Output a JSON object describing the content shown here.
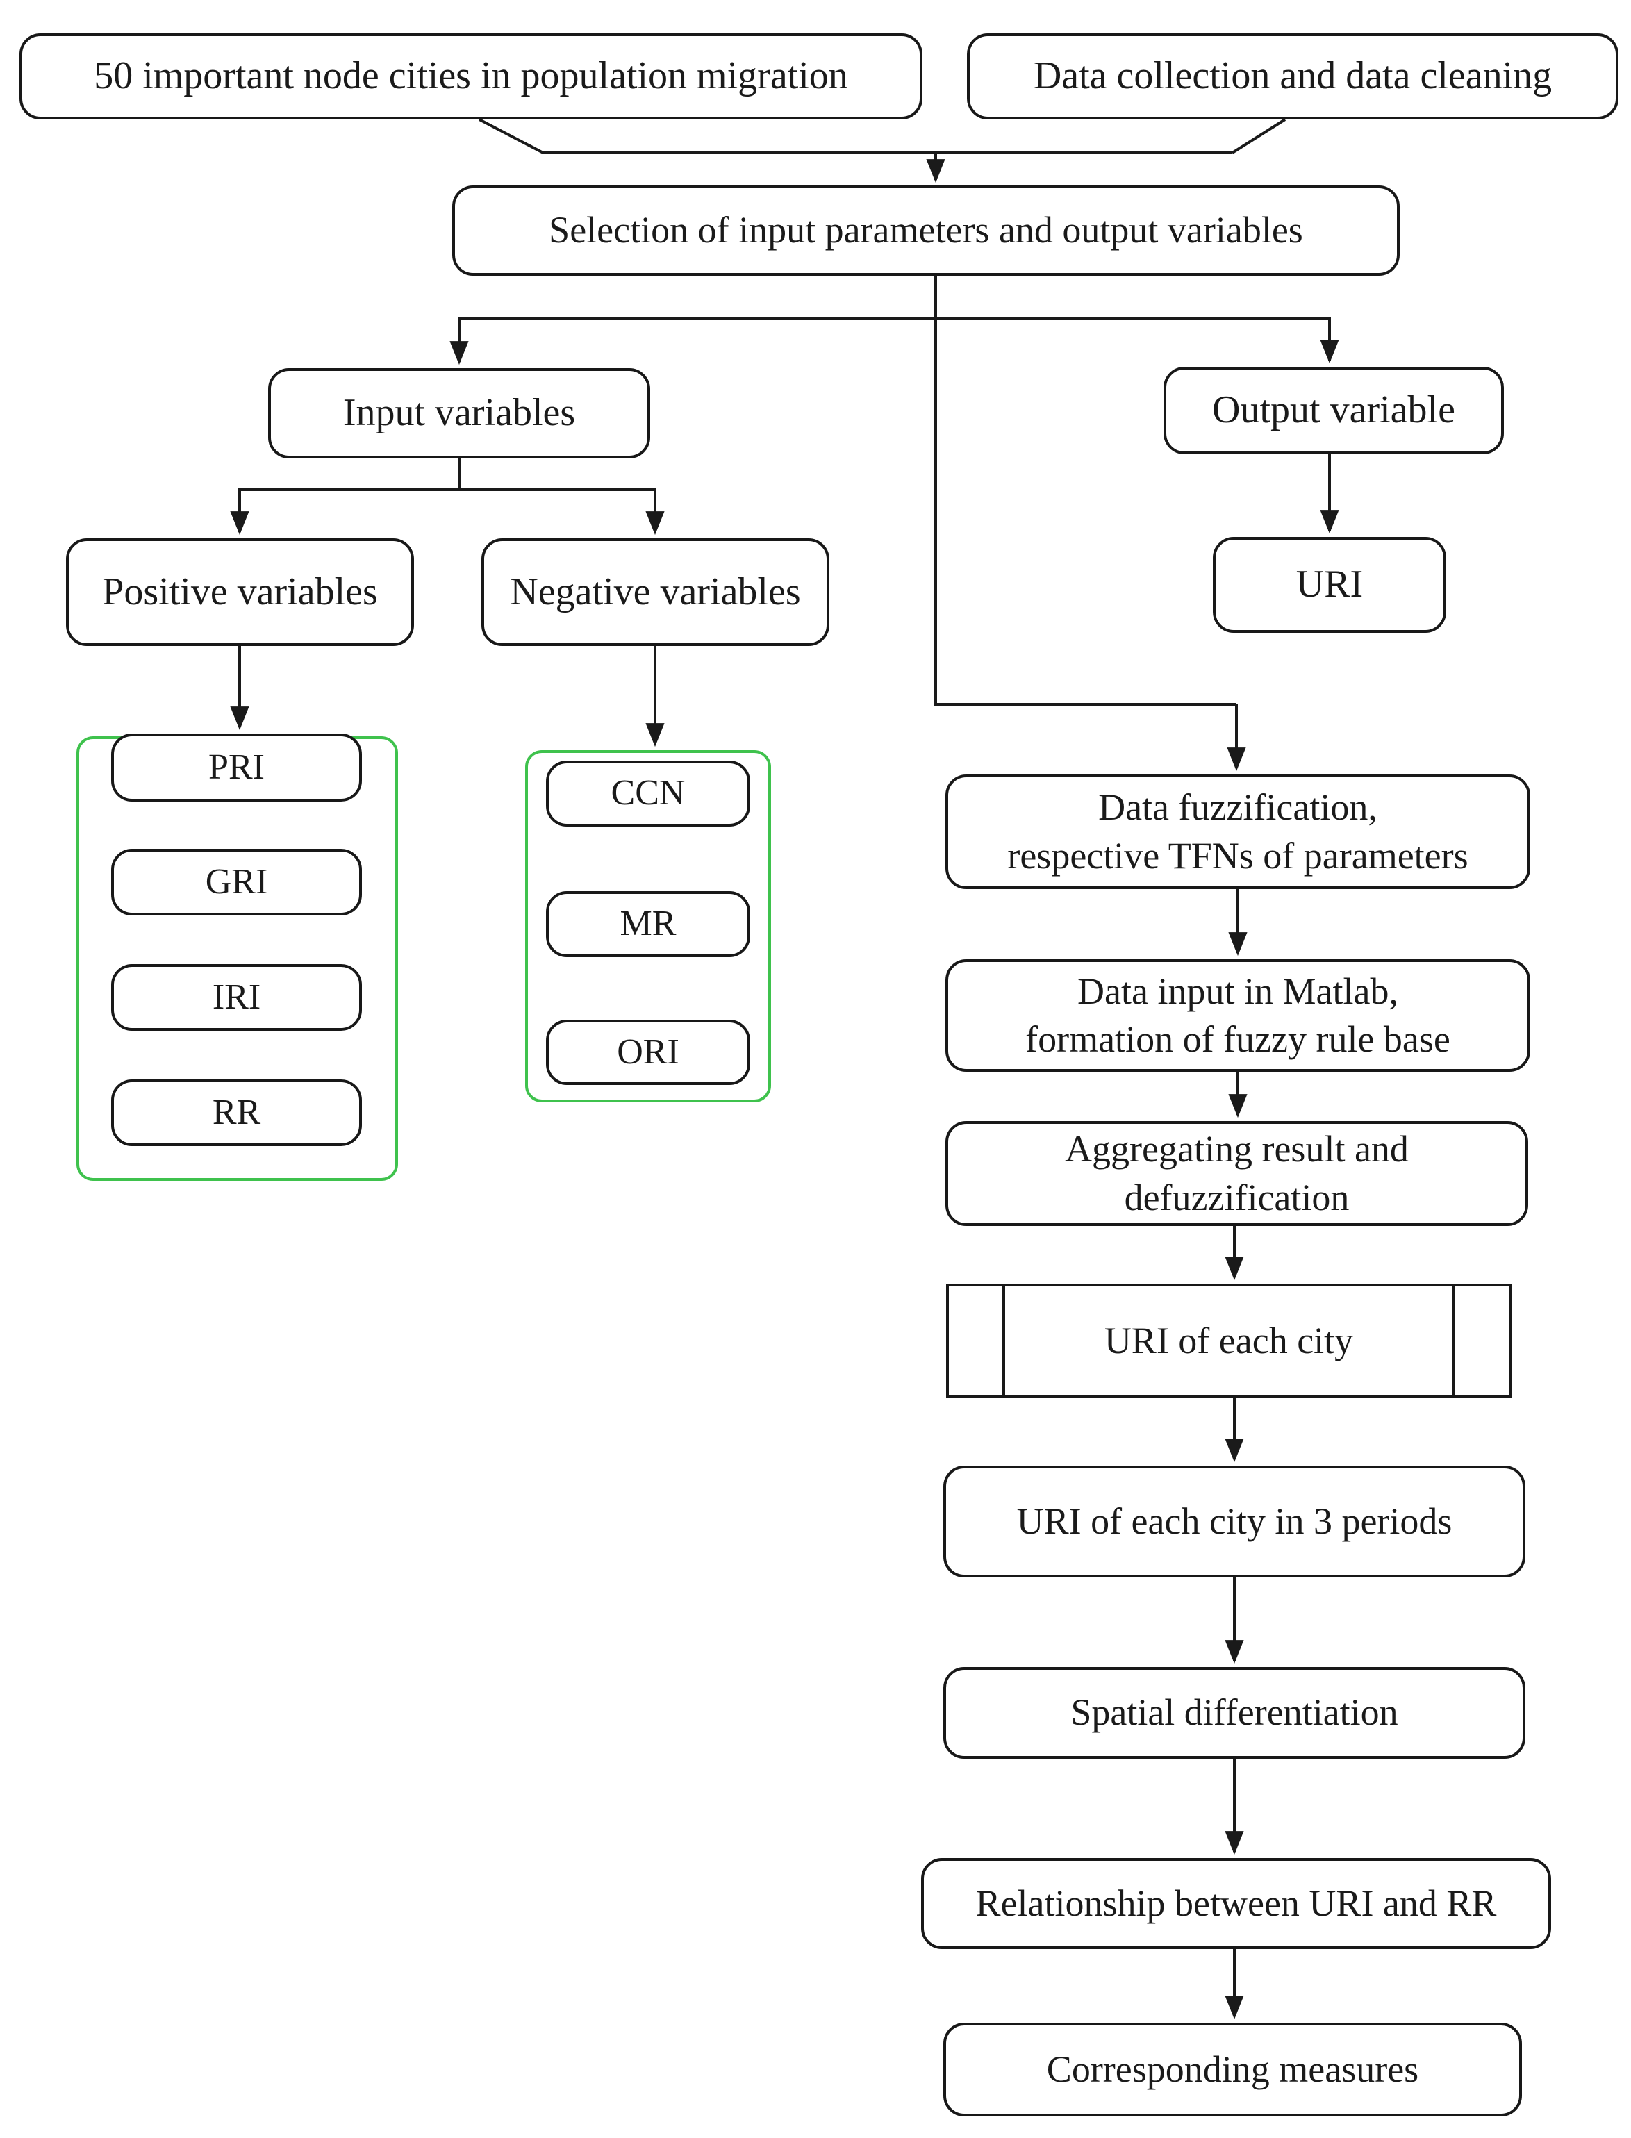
{
  "diagram": {
    "title": "Fuzzy URI methodology flowchart",
    "colors": {
      "line": "#1a1a1a",
      "box_border": "#181818",
      "group_border": "#3fc24d",
      "background": "#ffffff"
    },
    "nodes": {
      "cities": {
        "label": "50 important node cities in population migration"
      },
      "collection": {
        "label": "Data collection and data cleaning"
      },
      "selection": {
        "label": "Selection of input parameters and output variables"
      },
      "input_variables": {
        "label": "Input variables"
      },
      "output_variable": {
        "label": "Output variable"
      },
      "positive_variables": {
        "label": "Positive variables"
      },
      "negative_variables": {
        "label": "Negative variables"
      },
      "uri": {
        "label": "URI"
      },
      "pri": {
        "label": "PRI"
      },
      "gri": {
        "label": "GRI"
      },
      "iri": {
        "label": "IRI"
      },
      "rr": {
        "label": "RR"
      },
      "ccn": {
        "label": "CCN"
      },
      "mr": {
        "label": "MR"
      },
      "ori": {
        "label": "ORI"
      },
      "fuzzification": {
        "label": "Data fuzzification,\nrespective TFNs of parameters"
      },
      "matlab_input": {
        "label": "Data input in Matlab,\nformation of fuzzy rule base"
      },
      "aggregating": {
        "label": "Aggregating result and\ndefuzzification"
      },
      "uri_each_city": {
        "label": "URI of each city"
      },
      "uri_three_periods": {
        "label": "URI of each city in 3 periods"
      },
      "spatial": {
        "label": "Spatial differentiation"
      },
      "relationship": {
        "label": "Relationship between URI and RR"
      },
      "measures": {
        "label": "Corresponding measures"
      }
    }
  }
}
